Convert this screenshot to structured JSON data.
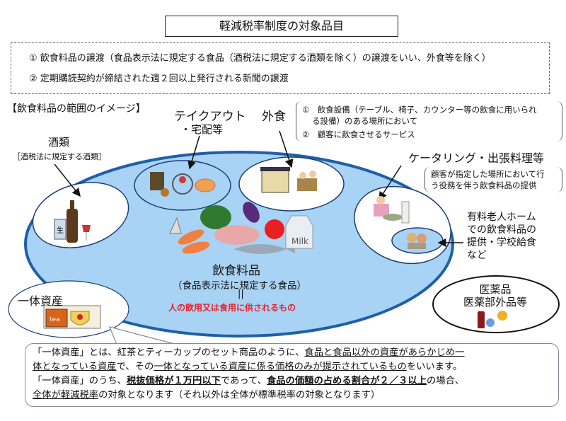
{
  "title": "軽減税率制度の対象品目",
  "definitions": [
    "① 飲食料品の譲渡（食品表示法に規定する食品（酒税法に規定する酒類を除く）の譲渡をいい、外食等を除く）",
    "② 定期購読契約が締結された週２回以上発行される新聞の譲渡"
  ],
  "section_heading": "【飲食料品の範囲のイメージ】",
  "takeout": {
    "line1": "テイクアウト",
    "line2": "・宅配等"
  },
  "gaishoku": {
    "label": "外食",
    "conditions": [
      "①　飲食設備（テーブル、椅子、カウンター等の飲食に用いられ",
      "る設備）のある場所において",
      "②　顧客に飲食させるサービス"
    ]
  },
  "alcohol": {
    "label": "酒類",
    "note": "［酒税法に規定する酒類］",
    "can_text": "生"
  },
  "catering": {
    "label": "ケータリング・出張料理等",
    "note": [
      "顧客が指定した場所において行",
      "う役務を伴う飲食料品の提供"
    ]
  },
  "nursing": [
    "有料老人ホーム",
    "での飲食料品の",
    "提供・学校給食",
    "など"
  ],
  "food": {
    "label": "飲食料品",
    "sub": "（食品表示法に規定する食品）",
    "equals": "||",
    "definition": "人の飲用又は食用に供されるもの",
    "milk_text": "Milk"
  },
  "medicine": {
    "line1": "医薬品",
    "line2": "医薬部外品等"
  },
  "integrated": {
    "label": "一体資産",
    "tea_text": "tea"
  },
  "callout": {
    "l1": [
      {
        "t": "「一体資産」とは、紅茶とティーカップのセット商品のように、"
      },
      {
        "t": "食品と食品以外の資産があらかじめ一",
        "u": 1
      }
    ],
    "l2": [
      {
        "t": "体となっている資産",
        "u": 1
      },
      {
        "t": "で、その"
      },
      {
        "t": "一体となっている資産に係る価格のみが提示されているもの",
        "u": 1
      },
      {
        "t": "をいいます。"
      }
    ],
    "l3": [
      {
        "t": "「一体資産」のうち、"
      },
      {
        "t": "税抜価格が１万円以下",
        "u": 1,
        "b": 1
      },
      {
        "t": "であって、"
      },
      {
        "t": "食品の価額の占める割合が２／３以上",
        "u": 1,
        "b": 1
      },
      {
        "t": "の場合、"
      }
    ],
    "l4": [
      {
        "t": "全体が軽減税率",
        "u": 1
      },
      {
        "t": "の対象となります（それ以外は全体が標準税率の対象となります）"
      }
    ]
  },
  "colors": {
    "ellipse_fill": "#a8d3f4",
    "ellipse_stroke": "#1f5fa8",
    "red": "#e8202a"
  }
}
